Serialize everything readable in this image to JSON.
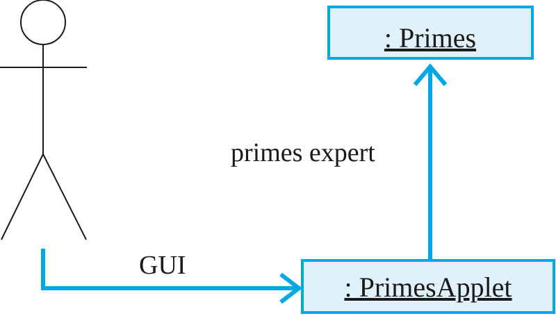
{
  "objects": {
    "primes": {
      "label": ": Primes"
    },
    "primes_applet": {
      "label": ": PrimesApplet"
    }
  },
  "connections": {
    "gui": {
      "label": "GUI"
    },
    "primes_expert": {
      "label": "primes expert"
    }
  },
  "colors": {
    "object_fill": "#e1f1fb",
    "object_stroke": "#00a9e6",
    "arrow": "#00a9e6",
    "actor": "#1a1a1a",
    "text": "#1a1a1a"
  }
}
